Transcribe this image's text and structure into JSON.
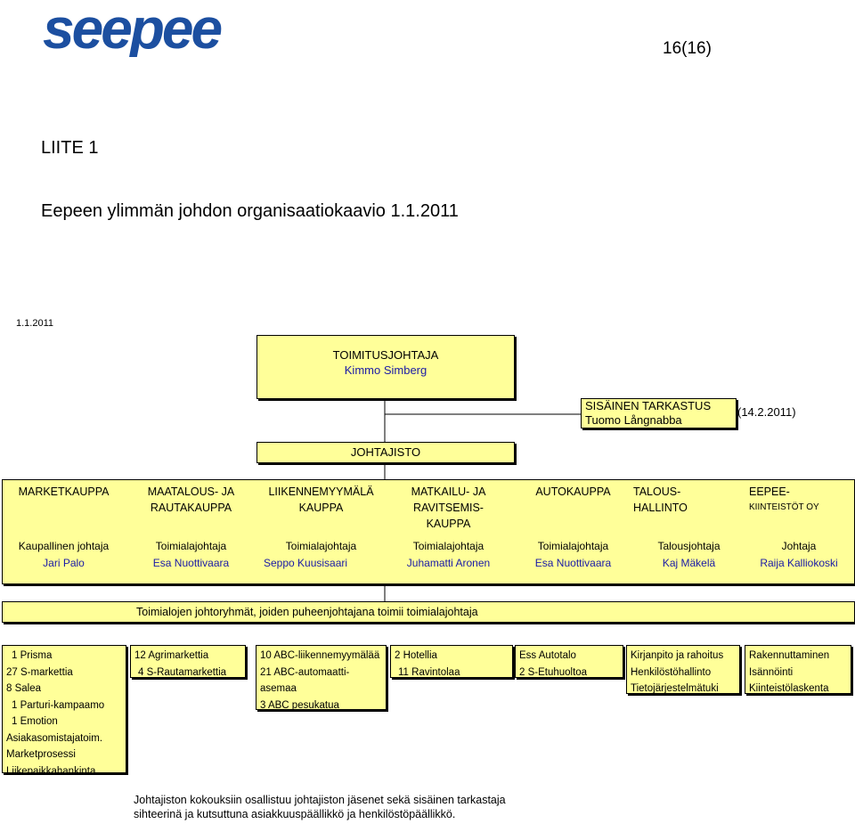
{
  "logo_text": "seepee",
  "page_number": "16(16)",
  "appendix": "LIITE 1",
  "document_title": "Eepeen ylimmän johdon organisaatiokaavio 1.1.2011",
  "chart_date": "1.1.2011",
  "ceo": {
    "title": "TOIMITUSJOHTAJA",
    "name": "Kimmo Simberg"
  },
  "internal_audit": {
    "title": "SISÄINEN TARKASTUS",
    "name": "Tuomo Långnabba",
    "date": "(14.2.2011)"
  },
  "board": "JOHTAJISTO",
  "units": [
    {
      "name_lines": [
        "MARKETKAUPPA"
      ],
      "role": "Kaupallinen johtaja",
      "person": "Jari Palo"
    },
    {
      "name_lines": [
        "MAATALOUS- JA",
        "RAUTAKAUPPA"
      ],
      "role": "Toimialajohtaja",
      "person": "Esa Nuottivaara"
    },
    {
      "name_lines": [
        "LIIKENNEMYYMÄLÄ",
        "KAUPPA"
      ],
      "role": "Toimialajohtaja",
      "person": "Seppo Kuusisaari"
    },
    {
      "name_lines": [
        "MATKAILU- JA",
        "RAVITSEMIS-",
        "KAUPPA"
      ],
      "role": "Toimialajohtaja",
      "person": "Juhamatti Aronen"
    },
    {
      "name_lines": [
        "AUTOKAUPPA"
      ],
      "role": "Toimialajohtaja",
      "person": "Esa Nuottivaara"
    },
    {
      "name_lines": [
        "TALOUS-",
        "HALLINTO"
      ],
      "role": "Talousjohtaja",
      "person": "Kaj Mäkelä"
    },
    {
      "name_lines": [
        "EEPEE-",
        "KIINTEISTÖT OY"
      ],
      "role": "Johtaja",
      "person": "Raija Kalliokoski"
    }
  ],
  "groups_header": "Toimialojen johtoryhmät, joiden puheenjohtajana toimii toimialajohtaja",
  "groups": [
    [
      "1 Prisma",
      "27 S-markettia",
      "8 Salea",
      "1 Parturi-kampaamo",
      "1 Emotion",
      "Asiakasomistajatoim.",
      "Marketprosessi",
      "Liikepaikkahankinta"
    ],
    [
      "12 Agrimarkettia",
      "4 S-Rautamarkettia"
    ],
    [
      "10 ABC-liikennemyymälää",
      "21 ABC-automaatti-",
      "asemaa",
      "3 ABC pesukatua"
    ],
    [
      "2 Hotellia",
      "11 Ravintolaa"
    ],
    [
      "Ess Autotalo",
      "2 S-Etuhuoltoa"
    ],
    [
      "Kirjanpito ja rahoitus",
      "Henkilöstöhallinto",
      "Tietojärjestelmätuki"
    ],
    [
      "Rakennuttaminen",
      "Isännöinti",
      "Kiinteistölaskenta"
    ]
  ],
  "footer_lines": [
    "Johtajiston kokouksiin osallistuu johtajiston jäsenet sekä sisäinen tarkastaja",
    "sihteerinä ja kutsuttuna asiakkuuspäällikkö ja henkilöstöpäällikkö."
  ]
}
